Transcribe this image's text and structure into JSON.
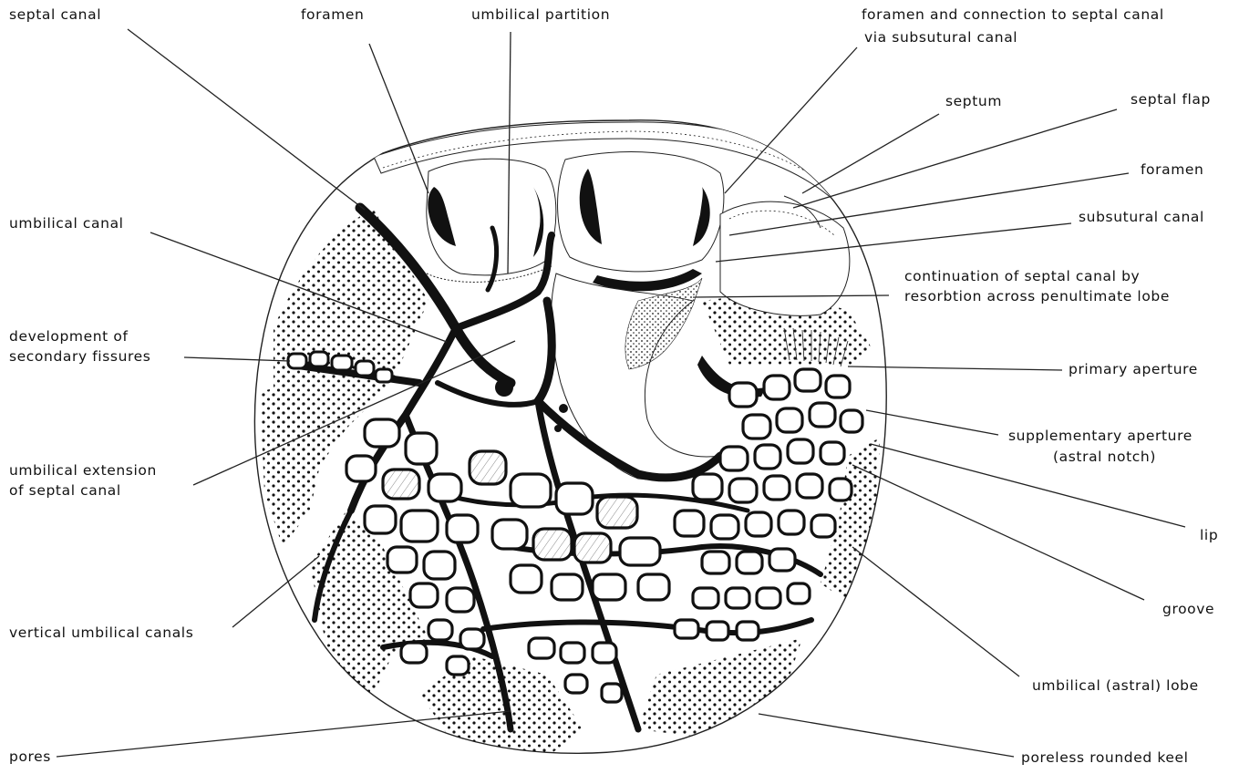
{
  "labels": {
    "septal_canal": "septal canal",
    "foramen_top": "foramen",
    "umbilical_partition": "umbilical partition",
    "foramen_connection_line1": "foramen and connection to septal canal",
    "foramen_connection_line2": "via subsutural canal",
    "septum": "septum",
    "septal_flap": "septal flap",
    "foramen_right": "foramen",
    "subsutural_canal": "subsutural canal",
    "continuation_line1": "continuation of septal canal by",
    "continuation_line2": "resorbtion across penultimate lobe",
    "umbilical_canal": "umbilical canal",
    "development_line1": "development of",
    "development_line2": "secondary fissures",
    "primary_aperture": "primary aperture",
    "supplementary_line1": "supplementary aperture",
    "supplementary_line2": "(astral notch)",
    "umbilical_extension_line1": "umbilical extension",
    "umbilical_extension_line2": "of septal canal",
    "lip": "lip",
    "groove": "groove",
    "vertical_umbilical_canals": "vertical umbilical canals",
    "umbilical_astral_lobe": "umbilical (astral) lobe",
    "pores": "pores",
    "poreless_rounded_keel": "poreless rounded keel"
  }
}
